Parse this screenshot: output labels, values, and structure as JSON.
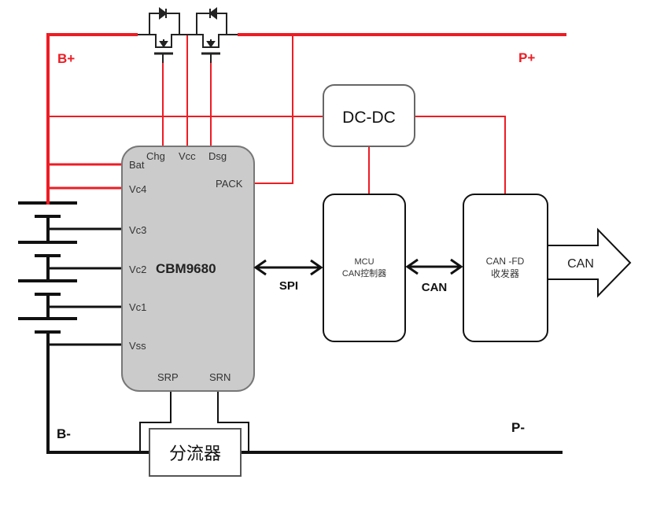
{
  "rails": {
    "b_plus": "B+",
    "p_plus": "P+",
    "b_minus": "B-",
    "p_minus": "P-"
  },
  "colors": {
    "power": "#ee1c24",
    "wire": "#111111",
    "ic_fill": "#cbcbcb",
    "ic_stroke": "#777777",
    "block_stroke": "#111111"
  },
  "ic": {
    "name": "CBM9680",
    "pins": {
      "chg": "Chg",
      "vcc": "Vcc",
      "dsg": "Dsg",
      "bat": "Bat",
      "vc4": "Vc4",
      "vc3": "Vc3",
      "vc2": "Vc2",
      "vc1": "Vc1",
      "vss": "Vss",
      "pack": "PACK",
      "srp": "SRP",
      "srn": "SRN"
    }
  },
  "blocks": {
    "dcdc": "DC-DC",
    "mcu_line1": "MCU",
    "mcu_line2": "CAN控制器",
    "transceiver_line1": "CAN -FD",
    "transceiver_line2": "收发器",
    "shunt": "分流器"
  },
  "links": {
    "spi": "SPI",
    "can_internal": "CAN",
    "can_output": "CAN"
  }
}
